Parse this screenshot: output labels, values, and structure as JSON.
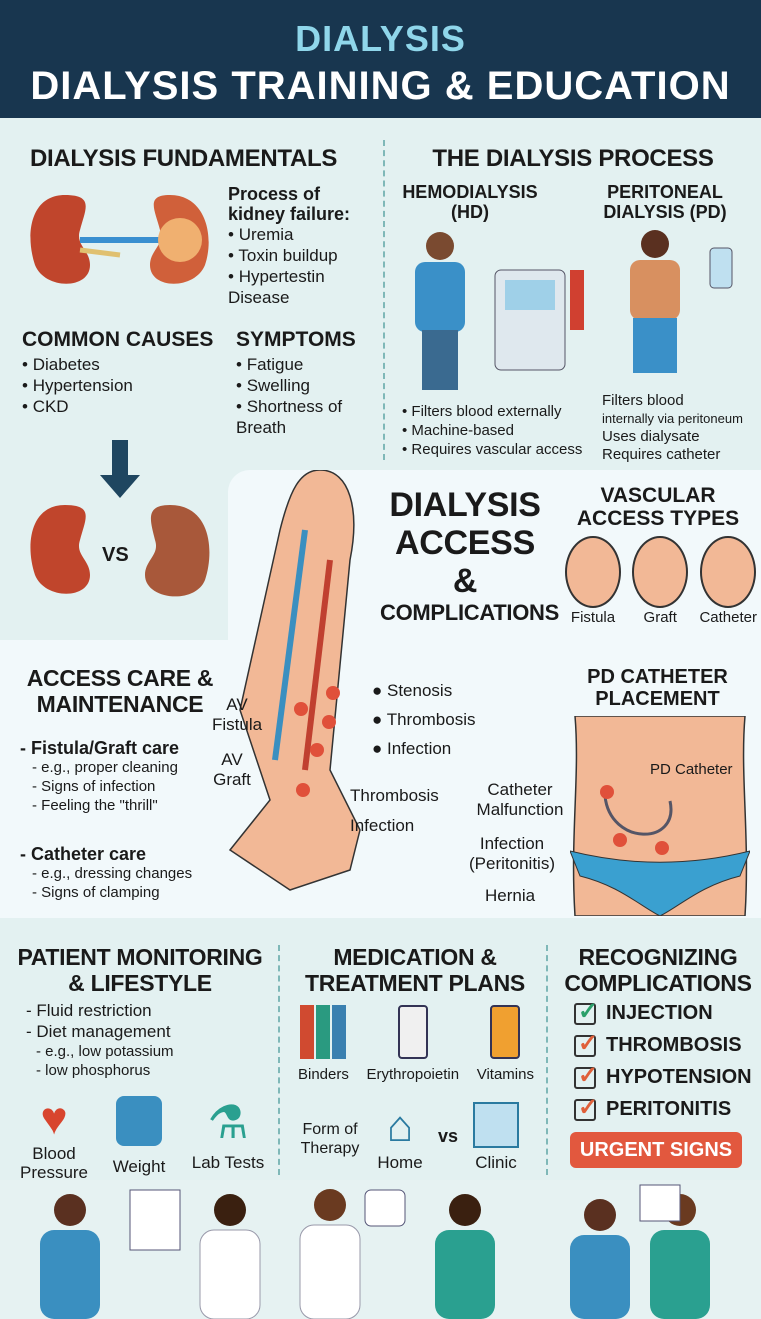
{
  "header": {
    "kicker": "DIALYSIS",
    "title": "DIALYSIS TRAINING & EDUCATION"
  },
  "fundamentals": {
    "title": "DIALYSIS FUNDAMENTALS",
    "process_title": "Process of kidney failure:",
    "process_items": [
      "Uremia",
      "Toxin buildup",
      "Hypertestin Disease"
    ],
    "causes_title": "COMMON CAUSES",
    "causes": [
      "Diabetes",
      "Hypertension",
      "CKD"
    ],
    "symptoms_title": "SYMPTOMS",
    "symptoms": [
      "Fatigue",
      "Swelling",
      "Shortness of Breath"
    ],
    "vs": "VS"
  },
  "process": {
    "title": "THE DIALYSIS PROCESS",
    "hd_title": "HEMODIALYSIS (HD)",
    "hd_items": [
      "Filters blood externally",
      "Machine-based",
      "Requires vascular access"
    ],
    "pd_title": "PERITONEAL DIALYSIS (PD)",
    "pd_items": [
      "Filters blood",
      "internally via peritoneum",
      "Uses dialysate",
      "Requires catheter"
    ]
  },
  "access": {
    "title1": "DIALYSIS",
    "title2": "ACCESS &",
    "title3": "COMPLICATIONS",
    "vascular_title": "VASCULAR ACCESS TYPES",
    "vascular_types": [
      "Fistula",
      "Graft",
      "Catheter"
    ],
    "arm_left": [
      "AV Fistula",
      "AV Graft"
    ],
    "arm_right": [
      "Stenosis",
      "Thrombosis",
      "Infection"
    ],
    "arm_lower": [
      "Thrombosis",
      "Infection"
    ],
    "care_title": "ACCESS CARE & MAINTENANCE",
    "fistula_care": "- Fistula/Graft care",
    "fistula_items": [
      "- e.g., proper cleaning",
      "- Signs of infection",
      "- Feeling the \"thrill\""
    ],
    "catheter_care": "- Catheter care",
    "catheter_items": [
      "- e.g., dressing changes",
      "- Signs of clamping"
    ],
    "pd_title": "PD CATHETER PLACEMENT",
    "pd_labels": {
      "catheter": "PD Catheter",
      "malfunction": "Catheter Malfunction",
      "infection": "Infection (Peritonitis)",
      "hernia": "Hernia"
    }
  },
  "monitoring": {
    "title": "PATIENT MONITORING & LIFESTYLE",
    "items": [
      "- Fluid restriction",
      "- Diet management",
      "- e.g., low potassium",
      "- low phosphorus"
    ],
    "icons": [
      "Blood Pressure",
      "Weight",
      "Lab Tests"
    ]
  },
  "medication": {
    "title": "MEDICATION & TREATMENT PLANS",
    "meds": [
      "Binders",
      "Erythropoietin",
      "Vitamins"
    ],
    "therapy_label": "Form of Therapy",
    "home": "Home",
    "vs": "vs",
    "clinic": "Clinic"
  },
  "complications": {
    "title": "RECOGNIZING COMPLICATIONS",
    "items": [
      "INJECTION",
      "THROMBOSIS",
      "HYPOTENSION",
      "PERITONITIS"
    ],
    "urgent": "URGENT SIGNS"
  },
  "colors": {
    "navy": "#18364f",
    "accent": "#8fd6ea",
    "red": "#e2583e",
    "teal": "#3a8fb0"
  }
}
